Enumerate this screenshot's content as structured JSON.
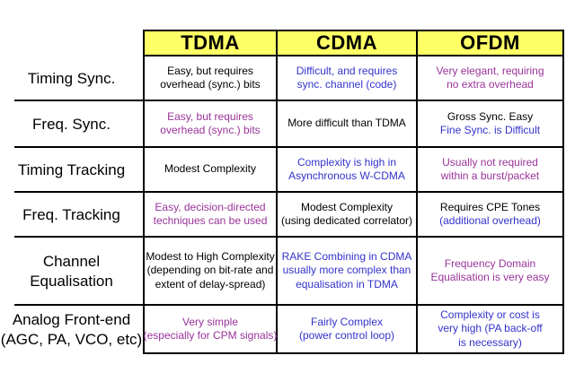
{
  "colors": {
    "background": "#FFFFFF",
    "header_bg": "#FFFF66",
    "border": "#000000",
    "black": "#000000",
    "blue": "#3333CC",
    "purple": "#993399"
  },
  "table": {
    "columns": [
      "TDMA",
      "CDMA",
      "OFDM"
    ],
    "rows": [
      {
        "label_lines": [
          "Timing Sync."
        ],
        "cells": [
          [
            {
              "text": "Easy, but requires",
              "color": "black"
            },
            {
              "text": "overhead (sync.) bits",
              "color": "black"
            }
          ],
          [
            {
              "text": "Difficult, and requires",
              "color": "blue"
            },
            {
              "text": "sync. channel (code)",
              "color": "blue"
            }
          ],
          [
            {
              "text": "Very elegant, requiring",
              "color": "purple"
            },
            {
              "text": "no extra overhead",
              "color": "purple"
            }
          ]
        ]
      },
      {
        "label_lines": [
          "Freq. Sync."
        ],
        "cells": [
          [
            {
              "text": "Easy, but requires",
              "color": "purple"
            },
            {
              "text": "overhead (sync.) bits",
              "color": "purple"
            }
          ],
          [
            {
              "text": "More difficult than TDMA",
              "color": "black"
            }
          ],
          [
            {
              "text": "Gross Sync. Easy",
              "color": "black"
            },
            {
              "text": "Fine Sync. is Difficult",
              "color": "blue"
            }
          ]
        ]
      },
      {
        "label_lines": [
          "Timing Tracking"
        ],
        "cells": [
          [
            {
              "text": "Modest Complexity",
              "color": "black"
            }
          ],
          [
            {
              "text": "Complexity is high in",
              "color": "blue"
            },
            {
              "text": "Asynchronous W-CDMA",
              "color": "blue"
            }
          ],
          [
            {
              "text": "Usually not required",
              "color": "purple"
            },
            {
              "text": "within a burst/packet",
              "color": "purple"
            }
          ]
        ]
      },
      {
        "label_lines": [
          "Freq. Tracking"
        ],
        "cells": [
          [
            {
              "text": "Easy, decision-directed",
              "color": "purple"
            },
            {
              "text": "techniques can be used",
              "color": "purple"
            }
          ],
          [
            {
              "text": "Modest Complexity",
              "color": "black"
            },
            {
              "text": "(using dedicated correlator)",
              "color": "black"
            }
          ],
          [
            {
              "text": "Requires CPE Tones",
              "color": "black"
            },
            {
              "text": "(additional overhead)",
              "color": "blue"
            }
          ]
        ]
      },
      {
        "label_lines": [
          "Channel",
          "Equalisation"
        ],
        "cells": [
          [
            {
              "text": "Modest to High Complexity",
              "color": "black"
            },
            {
              "text": "(depending on bit-rate and",
              "color": "black"
            },
            {
              "text": "extent of delay-spread)",
              "color": "black"
            }
          ],
          [
            {
              "text": "RAKE Combining in CDMA",
              "color": "blue"
            },
            {
              "text": "usually  more complex than",
              "color": "blue"
            },
            {
              "text": "equalisation in TDMA",
              "color": "blue"
            }
          ],
          [
            {
              "text": "Frequency Domain",
              "color": "purple"
            },
            {
              "text": "Equalisation is very easy",
              "color": "purple"
            }
          ]
        ]
      },
      {
        "label_lines": [
          "Analog Front-end",
          "(AGC, PA, VCO, etc)"
        ],
        "cells": [
          [
            {
              "text": "Very simple",
              "color": "purple"
            },
            {
              "text": "(especially for CPM signals)",
              "color": "purple"
            }
          ],
          [
            {
              "text": "Fairly Complex",
              "color": "blue"
            },
            {
              "text": "(power control loop)",
              "color": "blue"
            }
          ],
          [
            {
              "text": "Complexity  or cost is",
              "color": "blue"
            },
            {
              "text": "very high (PA back-off",
              "color": "blue"
            },
            {
              "text": "is necessary)",
              "color": "blue"
            }
          ]
        ]
      }
    ]
  },
  "chart_data": {
    "type": "table",
    "title": "",
    "columns": [
      "",
      "TDMA",
      "CDMA",
      "OFDM"
    ],
    "rows": [
      [
        "Timing Sync.",
        "Easy, but requires overhead (sync.) bits",
        "Difficult, and requires sync. channel (code)",
        "Very elegant, requiring no extra overhead"
      ],
      [
        "Freq. Sync.",
        "Easy, but requires overhead (sync.) bits",
        "More difficult than TDMA",
        "Gross Sync. Easy Fine Sync. is Difficult"
      ],
      [
        "Timing Tracking",
        "Modest Complexity",
        "Complexity is high in Asynchronous W-CDMA",
        "Usually not required within a burst/packet"
      ],
      [
        "Freq. Tracking",
        "Easy, decision-directed techniques can be used",
        "Modest Complexity (using dedicated correlator)",
        "Requires CPE Tones (additional overhead)"
      ],
      [
        "Channel Equalisation",
        "Modest to High Complexity (depending on bit-rate and extent of delay-spread)",
        "RAKE Combining in CDMA usually more complex than equalisation in TDMA",
        "Frequency Domain Equalisation is very easy"
      ],
      [
        "Analog Front-end (AGC, PA, VCO, etc)",
        "Very simple (especially for CPM signals)",
        "Fairly Complex (power control loop)",
        "Complexity or cost is very high (PA back-off is necessary)"
      ]
    ]
  }
}
